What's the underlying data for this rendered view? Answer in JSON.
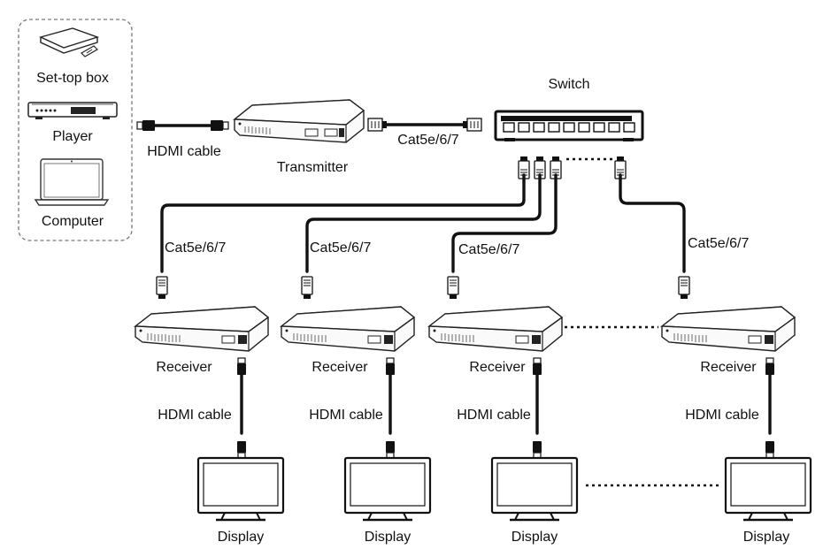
{
  "sources": {
    "settop_label": "Set-top box",
    "player_label": "Player",
    "computer_label": "Computer"
  },
  "hdmi_label": "HDMI cable",
  "transmitter_label": "Transmitter",
  "cat_label": "Cat5e/6/7",
  "switch_label": "Switch",
  "receivers": [
    {
      "label": "Receiver",
      "hdmi": "HDMI cable",
      "display": "Display",
      "cat": "Cat5e/6/7"
    },
    {
      "label": "Receiver",
      "hdmi": "HDMI cable",
      "display": "Display",
      "cat": "Cat5e/6/7"
    },
    {
      "label": "Receiver",
      "hdmi": "HDMI cable",
      "display": "Display",
      "cat": "Cat5e/6/7"
    },
    {
      "label": "Receiver",
      "hdmi": "HDMI cable",
      "display": "Display",
      "cat": "Cat5e/6/7"
    }
  ]
}
